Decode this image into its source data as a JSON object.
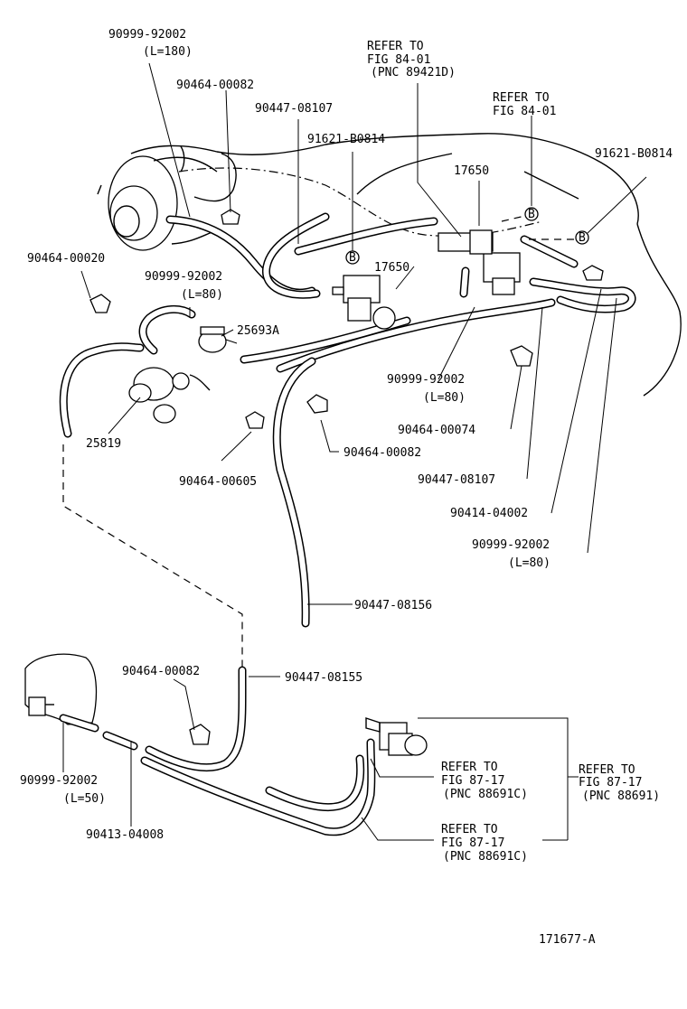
{
  "diagram": {
    "figure_id": "171677-A",
    "labels": {
      "l01": "90999-92002",
      "l02": "(L=180)",
      "l03": "90464-00082",
      "l04": "90447-08107",
      "l05": "REFER TO",
      "l06": "FIG 84-01",
      "l07": "(PNC 89421D)",
      "l08": "REFER TO",
      "l09": "FIG 84-01",
      "l10": "91621-B0814",
      "l11": "91621-B0814",
      "l12": "17650",
      "l13": "17650",
      "l14": "90464-00020",
      "l15": "90999-92002",
      "l16": "(L=80)",
      "l17": "25693A",
      "l18": "25819",
      "l19": "90999-92002",
      "l20": "(L=80)",
      "l21": "90464-00074",
      "l22": "90464-00082",
      "l23": "90447-08107",
      "l24": "90464-00605",
      "l25": "90414-04002",
      "l26": "90999-92002",
      "l27": "(L=80)",
      "l28": "90447-08156",
      "l29": "90464-00082",
      "l30": "90447-08155",
      "l31": "REFER TO",
      "l32": "FIG 87-17",
      "l33": "(PNC 88691C)",
      "l34": "REFER TO",
      "l35": "FIG 87-17",
      "l36": "(PNC 88691)",
      "l37": "90999-92002",
      "l38": "(L=50)",
      "l39": "90413-04008",
      "l40": "REFER TO",
      "l41": "FIG 87-17",
      "l42": "(PNC 88691C)",
      "mark_b1": "B",
      "mark_b2": "B",
      "mark_b3": "B"
    }
  }
}
